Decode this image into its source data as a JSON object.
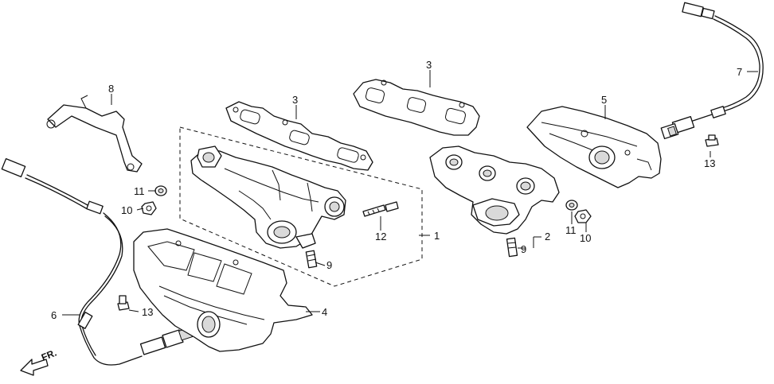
{
  "labels": {
    "l1": "1",
    "l2": "2",
    "l3a": "3",
    "l3b": "3",
    "l4": "4",
    "l5": "5",
    "l6": "6",
    "l7": "7",
    "l8": "8",
    "l9a": "9",
    "l9b": "9",
    "l10a": "10",
    "l10b": "10",
    "l11a": "11",
    "l11b": "11",
    "l12": "12",
    "l13a": "13",
    "l13b": "13"
  },
  "direction": {
    "text": "FR."
  }
}
